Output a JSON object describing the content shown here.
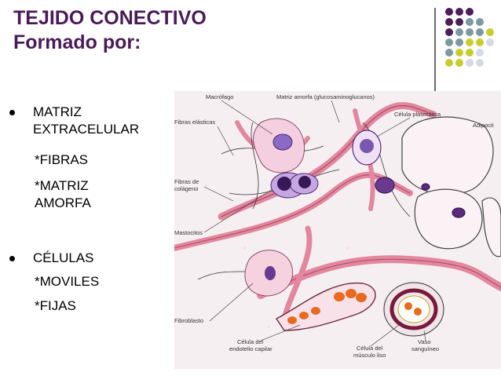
{
  "slide": {
    "title_line1": "TEJIDO CONECTIVO",
    "title_line2": "Formado por:"
  },
  "bullets": [
    {
      "label_line1": "MATRIZ",
      "label_line2": "EXTRACELULAR",
      "subs": [
        "*FIBRAS",
        "*MATRIZ",
        "AMORFA"
      ]
    },
    {
      "label_line1": "CÉLULAS",
      "subs": [
        "*MOVILES",
        "*FIJAS"
      ]
    }
  ],
  "figure_labels": {
    "macrofago": "Macrófago",
    "matriz": "Matriz amorfa (glucosaminoglucanos)",
    "fibras_elasticas": "Fibras elásticas",
    "celula_plasmatica": "Célula plasmática",
    "adipocito": "Adipocit",
    "fibras_colageno_1": "Fibras de",
    "fibras_colageno_2": "colágeno",
    "mastocitos": "Mastocitos",
    "fibroblasto": "Fibroblasto",
    "endotelio_1": "Célula del",
    "endotelio_2": "endotelio capilar",
    "musculo_1": "Célula del",
    "musculo_2": "músculo liso",
    "vaso_1": "Vaso",
    "vaso_2": "sanguíneo"
  },
  "colors": {
    "title": "#4a1a58",
    "dot_purple": "#4d1e59",
    "dot_teal": "#7a9aa0",
    "dot_lime": "#c8cd2e",
    "dot_gray": "#d6d8e6",
    "fiber_pink": "#e3879f",
    "cell_purple": "#5a2a7a",
    "rbc_orange": "#e86a20"
  }
}
